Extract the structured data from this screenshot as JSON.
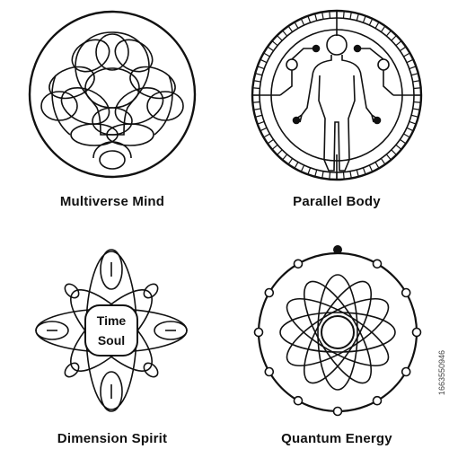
{
  "symbols": [
    {
      "caption": "Multiverse Mind"
    },
    {
      "caption": "Parallel Body"
    },
    {
      "caption": "Dimension Spirit",
      "center_lines": [
        "Time",
        "Soul"
      ]
    },
    {
      "caption": "Quantum Energy"
    }
  ],
  "watermark": "1663550946",
  "colors": {
    "stroke": "#111111",
    "background": "#ffffff"
  }
}
